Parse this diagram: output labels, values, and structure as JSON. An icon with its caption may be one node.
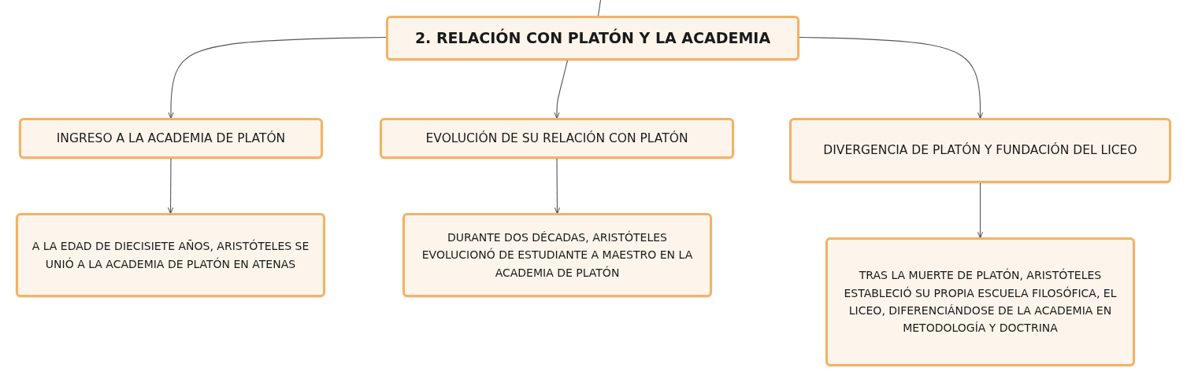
{
  "diagram": {
    "nodes": [
      {
        "text": [
          "2. RELACIÓN CON PLATÓN Y LA ACADEMIA"
        ]
      },
      {
        "text": [
          "INGRESO A LA ACADEMIA DE PLATÓN"
        ]
      },
      {
        "text": [
          "EVOLUCIÓN DE SU RELACIÓN CON PLATÓN"
        ]
      },
      {
        "text": [
          "DIVERGENCIA DE PLATÓN Y FUNDACIÓN DEL LICEO"
        ]
      },
      {
        "text": [
          "A LA EDAD DE DIECISIETE AÑOS, ARISTÓTELES SE UNIÓ A LA ACADEMIA DE PLATÓN EN ATENAS"
        ]
      },
      {
        "text": [
          "DURANTE DOS DÉCADAS, ARISTÓTELES EVOLUCIONÓ DE ESTUDIANTE A MAESTRO EN LA ACADEMIA DE PLATÓN"
        ]
      },
      {
        "text": [
          "TRAS LA MUERTE DE PLATÓN, ARISTÓTELES ESTABLECIÓ SU PROPIA ESCUELA FILOSÓFICA, EL LICEO, DIFERENCIÁNDOSE DE LA ACADEMIA EN METODOLOGÍA Y DOCTRINA"
        ]
      }
    ],
    "edges": [
      {
        "from": null,
        "to": 0,
        "arrow": "none"
      },
      {
        "from": 0,
        "to": 1,
        "arrow": "to"
      },
      {
        "from": 0,
        "to": 2,
        "arrow": "to"
      },
      {
        "from": 0,
        "to": 3,
        "arrow": "to"
      },
      {
        "from": 1,
        "to": 4,
        "arrow": "to"
      },
      {
        "from": 2,
        "to": 5,
        "arrow": "to"
      },
      {
        "from": 3,
        "to": 6,
        "arrow": "to"
      }
    ]
  }
}
